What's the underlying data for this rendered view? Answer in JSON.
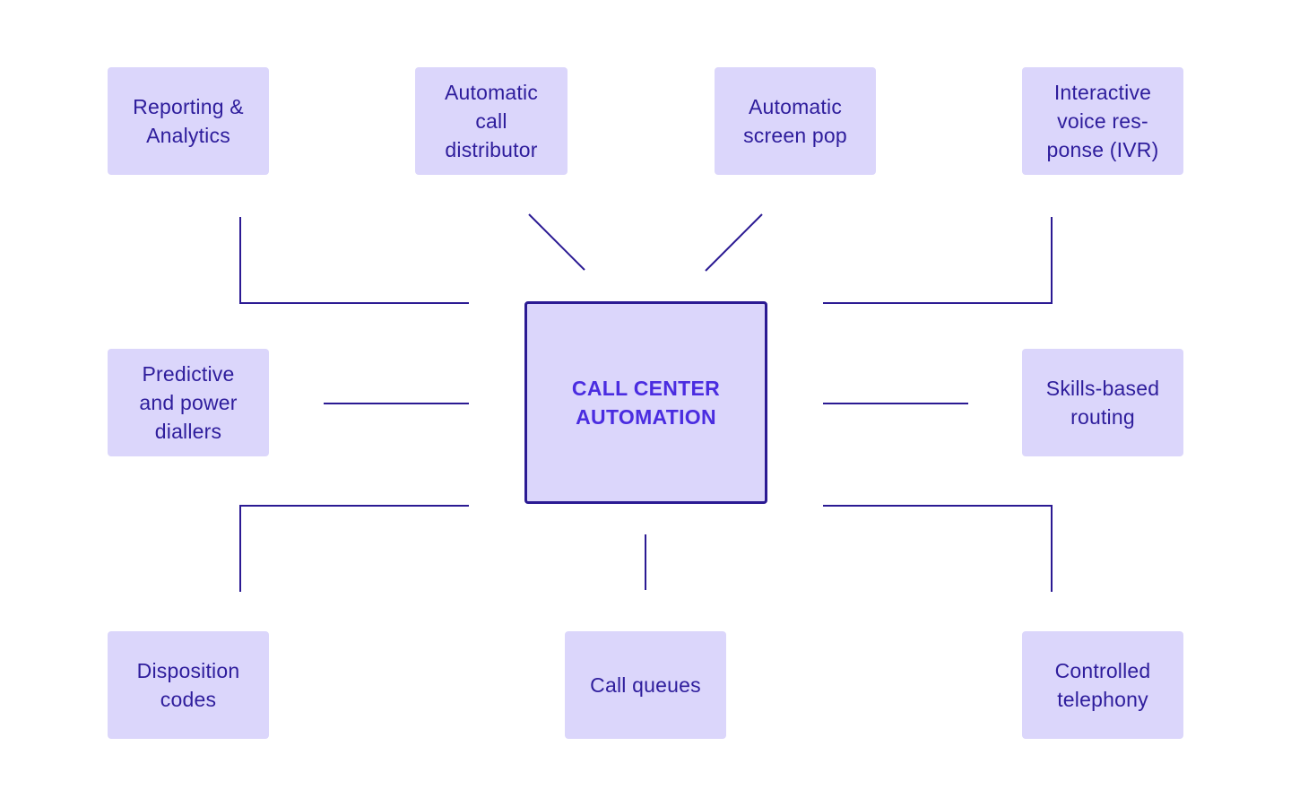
{
  "center": {
    "label_line1": "CALL CENTER",
    "label_line2": "AUTOMATION"
  },
  "nodes": {
    "reporting": [
      "Reporting &",
      "Analytics"
    ],
    "acd": [
      "Automatic",
      "call",
      "distributor"
    ],
    "screen_pop": [
      "Automatic",
      "screen pop"
    ],
    "ivr": [
      "Interactive",
      "voice res-",
      "ponse (IVR)"
    ],
    "dialers": [
      "Predictive",
      "and power",
      "diallers"
    ],
    "skills": [
      "Skills-based",
      "routing"
    ],
    "disposition": [
      "Disposition",
      "codes"
    ],
    "queues": [
      "Call queues"
    ],
    "telephony": [
      "Controlled",
      "telephony"
    ]
  },
  "colors": {
    "node_fill": "#dbd6fb",
    "connector": "#2b1a93",
    "node_text": "#2e1d9c",
    "center_text": "#4a2ce0"
  }
}
